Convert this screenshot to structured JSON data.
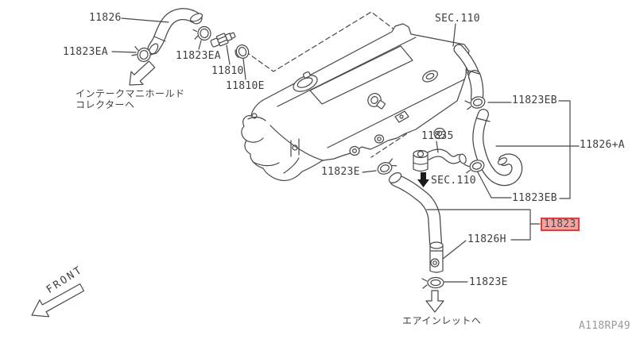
{
  "diagram": {
    "drawing_code": "A118RP49",
    "highlighted_part": "11823",
    "colors": {
      "line": "#474747",
      "text": "#3e3e3e",
      "highlight_border": "#d94040",
      "highlight_fill": "#f6a2a0",
      "code_text": "#9a9a9a",
      "arrow_black": "#1a1a1a"
    },
    "labels": {
      "hose_top": "11826",
      "clamp_ea_left": "11823EA",
      "clamp_ea_mid": "11823EA",
      "pcv_valve": "11810",
      "grommet": "11810E",
      "sec_top": "SEC.110",
      "clamp_eb_top": "11823EB",
      "hose_a": "11826+A",
      "clamp_eb_bottom": "11823EB",
      "hose_breather": "11835",
      "clamp_e_mid": "11823E",
      "sec_mid": "SEC.110",
      "main_hose": "11823",
      "connector": "11826H",
      "clamp_e_bottom": "11823E",
      "note_intake_line1": "インテークマニホールド",
      "note_intake_line2": "コレクターヘ",
      "note_air_inlet": "エアインレットヘ",
      "front": "FRONT",
      "code": "A118RP49"
    }
  }
}
